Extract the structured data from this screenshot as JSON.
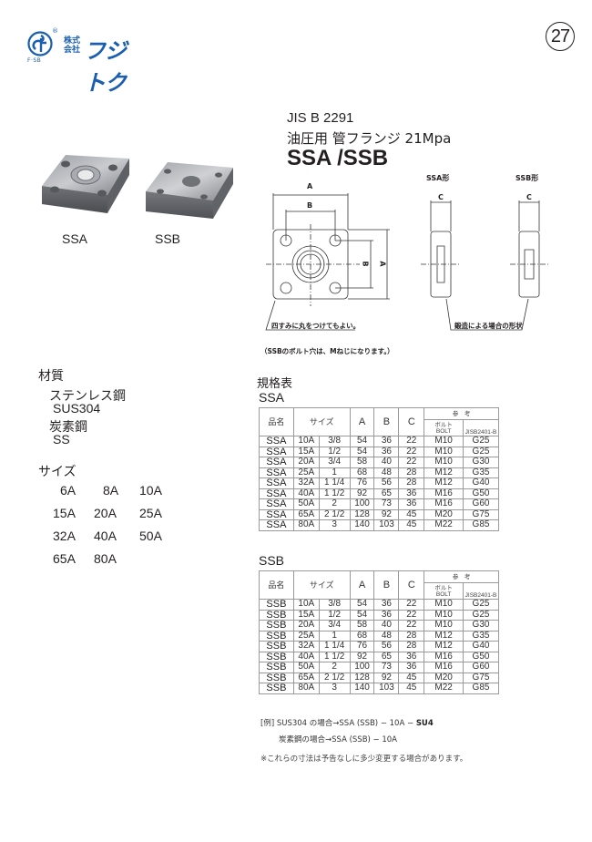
{
  "header": {
    "logo": {
      "company_prefix_line1": "株式",
      "company_prefix_line2": "会社",
      "company_name": "フジトク",
      "mark_caption": "F·SB",
      "registered": "®"
    },
    "page_number": "27"
  },
  "title": {
    "standard": "JIS B 2291",
    "subtitle": "油圧用 管フランジ  21Mpa",
    "model": "SSA /SSB"
  },
  "photos": [
    {
      "label": "SSA"
    },
    {
      "label": "SSB"
    }
  ],
  "diagram": {
    "dim_a": "A",
    "dim_b": "B",
    "dim_c": "C",
    "ssa_type_label": "SSA形",
    "ssb_type_label": "SSB形",
    "note_corners": "四すみに丸をつけてもよい。",
    "note_forging": "鍛造による場合の形状",
    "note_bolt": "（SSBのボルト穴は、Mねじになります。）"
  },
  "specs": {
    "material_heading": "材質",
    "materials": [
      {
        "name": "ステンレス鋼",
        "code": "SUS304"
      },
      {
        "name": "炭素鋼",
        "code": "SS"
      }
    ],
    "size_heading": "サイズ",
    "sizes": [
      [
        "6A",
        "8A",
        "10A"
      ],
      [
        "15A",
        "20A",
        "25A"
      ],
      [
        "32A",
        "40A",
        "50A"
      ],
      [
        "65A",
        "80A",
        ""
      ]
    ]
  },
  "tables": {
    "heading": "規格表",
    "columns": {
      "name": "品名",
      "size": "サイズ",
      "a": "A",
      "b": "B",
      "c": "C",
      "reference": "参　考",
      "bolt_jp": "ボルト",
      "bolt_en": "BOLT",
      "jis": "JISB2401-B"
    },
    "ssa": {
      "title": "SSA",
      "rows": [
        [
          "SSA",
          "10A",
          "3/8",
          "54",
          "36",
          "22",
          "M10",
          "G25"
        ],
        [
          "SSA",
          "15A",
          "1/2",
          "54",
          "36",
          "22",
          "M10",
          "G25"
        ],
        [
          "SSA",
          "20A",
          "3/4",
          "58",
          "40",
          "22",
          "M10",
          "G30"
        ],
        [
          "SSA",
          "25A",
          "1",
          "68",
          "48",
          "28",
          "M12",
          "G35"
        ],
        [
          "SSA",
          "32A",
          "1 1/4",
          "76",
          "56",
          "28",
          "M12",
          "G40"
        ],
        [
          "SSA",
          "40A",
          "1 1/2",
          "92",
          "65",
          "36",
          "M16",
          "G50"
        ],
        [
          "SSA",
          "50A",
          "2",
          "100",
          "73",
          "36",
          "M16",
          "G60"
        ],
        [
          "SSA",
          "65A",
          "2 1/2",
          "128",
          "92",
          "45",
          "M20",
          "G75"
        ],
        [
          "SSA",
          "80A",
          "3",
          "140",
          "103",
          "45",
          "M22",
          "G85"
        ]
      ]
    },
    "ssb": {
      "title": "SSB",
      "rows": [
        [
          "SSB",
          "10A",
          "3/8",
          "54",
          "36",
          "22",
          "M10",
          "G25"
        ],
        [
          "SSB",
          "15A",
          "1/2",
          "54",
          "36",
          "22",
          "M10",
          "G25"
        ],
        [
          "SSB",
          "20A",
          "3/4",
          "58",
          "40",
          "22",
          "M10",
          "G30"
        ],
        [
          "SSB",
          "25A",
          "1",
          "68",
          "48",
          "28",
          "M12",
          "G35"
        ],
        [
          "SSB",
          "32A",
          "1 1/4",
          "76",
          "56",
          "28",
          "M12",
          "G40"
        ],
        [
          "SSB",
          "40A",
          "1 1/2",
          "92",
          "65",
          "36",
          "M16",
          "G50"
        ],
        [
          "SSB",
          "50A",
          "2",
          "100",
          "73",
          "36",
          "M16",
          "G60"
        ],
        [
          "SSB",
          "65A",
          "2 1/2",
          "128",
          "92",
          "45",
          "M20",
          "G75"
        ],
        [
          "SSB",
          "80A",
          "3",
          "140",
          "103",
          "45",
          "M22",
          "G85"
        ]
      ]
    }
  },
  "example": {
    "label": "[例]",
    "line1_prefix": "SUS304 の場合→SSA (SSB) − 10A −",
    "line1_suffix": "SU4",
    "line2": "炭素鋼の場合→SSA (SSB) − 10A"
  },
  "footnote": "※これらの寸法は予告なしに多少変更する場合があります。",
  "colors": {
    "brand": "#1a5eb0",
    "text": "#231f20",
    "table_border": "#9a9a9a"
  }
}
